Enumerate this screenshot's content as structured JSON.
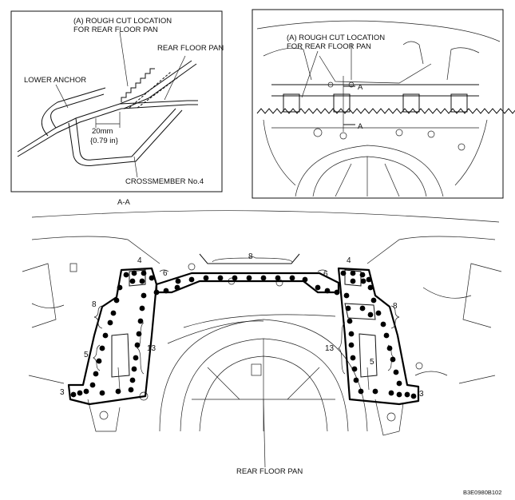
{
  "detail_left": {
    "cut_label_line1": "(A) ROUGH CUT LOCATION",
    "cut_label_line2": "FOR REAR FLOOR PAN",
    "rear_floor_pan_label": "REAR FLOOR PAN",
    "lower_anchor_label": "LOWER ANCHOR",
    "dimension_mm": "20mm",
    "dimension_in": "{0.79 in}",
    "crossmember_label": "CROSSMEMBER No.4",
    "section_label": "A-A"
  },
  "detail_right": {
    "cut_label_line1": "(A) ROUGH CUT LOCATION",
    "cut_label_line2": "FOR REAR FLOOR PAN",
    "section_marker_top": "A",
    "section_marker_bottom": "A"
  },
  "main_view": {
    "weld_counts": {
      "top_center": "8",
      "top_left_corner": "4",
      "top_right_corner": "4",
      "left_inner_top": "6",
      "right_inner_top": "6",
      "left_outer": "8",
      "right_outer": "8",
      "left_inner_side": "13",
      "right_inner_side": "13",
      "left_lower": "5",
      "right_lower": "5",
      "left_bottom": "3",
      "right_bottom": "3"
    },
    "rear_floor_pan_label": "REAR FLOOR PAN",
    "figure_code": "B3E0980B102"
  },
  "colors": {
    "ink": "#111111",
    "background": "#ffffff"
  }
}
